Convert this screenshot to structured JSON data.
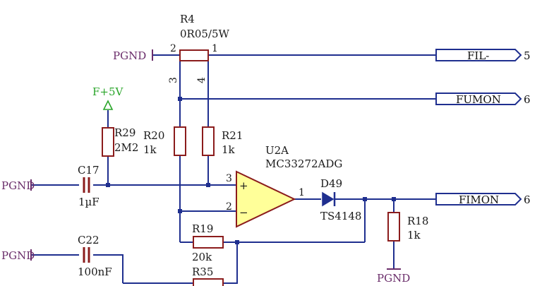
{
  "colors": {
    "wire": "#1f2f8f",
    "body": "#8b1c1c",
    "opamp_fill": "#ffff99",
    "ground": "#6a2d6a",
    "power": "#2aa52a",
    "text": "#1a1a1a"
  },
  "ground_label": "PGND",
  "power_label": "F+5V",
  "r4": {
    "ref": "R4",
    "value": "0R05/5W",
    "pin1": "1",
    "pin2": "2",
    "pin3": "3",
    "pin4": "4"
  },
  "r20": {
    "ref": "R20",
    "value": "1k"
  },
  "r21": {
    "ref": "R21",
    "value": "1k"
  },
  "r29": {
    "ref": "R29",
    "value": "2M2"
  },
  "c17": {
    "ref": "C17",
    "value": "1µF"
  },
  "c22": {
    "ref": "C22",
    "value": "100nF"
  },
  "u2a": {
    "ref": "U2A",
    "value": "MC33272ADG",
    "pin_out": "1",
    "pin_noninv": "3",
    "pin_inv": "2"
  },
  "d49": {
    "ref": "D49",
    "value": "TS4148"
  },
  "r19": {
    "ref": "R19",
    "value": "20k"
  },
  "r18": {
    "ref": "R18",
    "value": "1k"
  },
  "r35": {
    "ref": "R35"
  },
  "ports": [
    {
      "name": "FIL-",
      "sheet": "5"
    },
    {
      "name": "FUMON",
      "sheet": "6"
    },
    {
      "name": "FIMON",
      "sheet": "6"
    }
  ]
}
